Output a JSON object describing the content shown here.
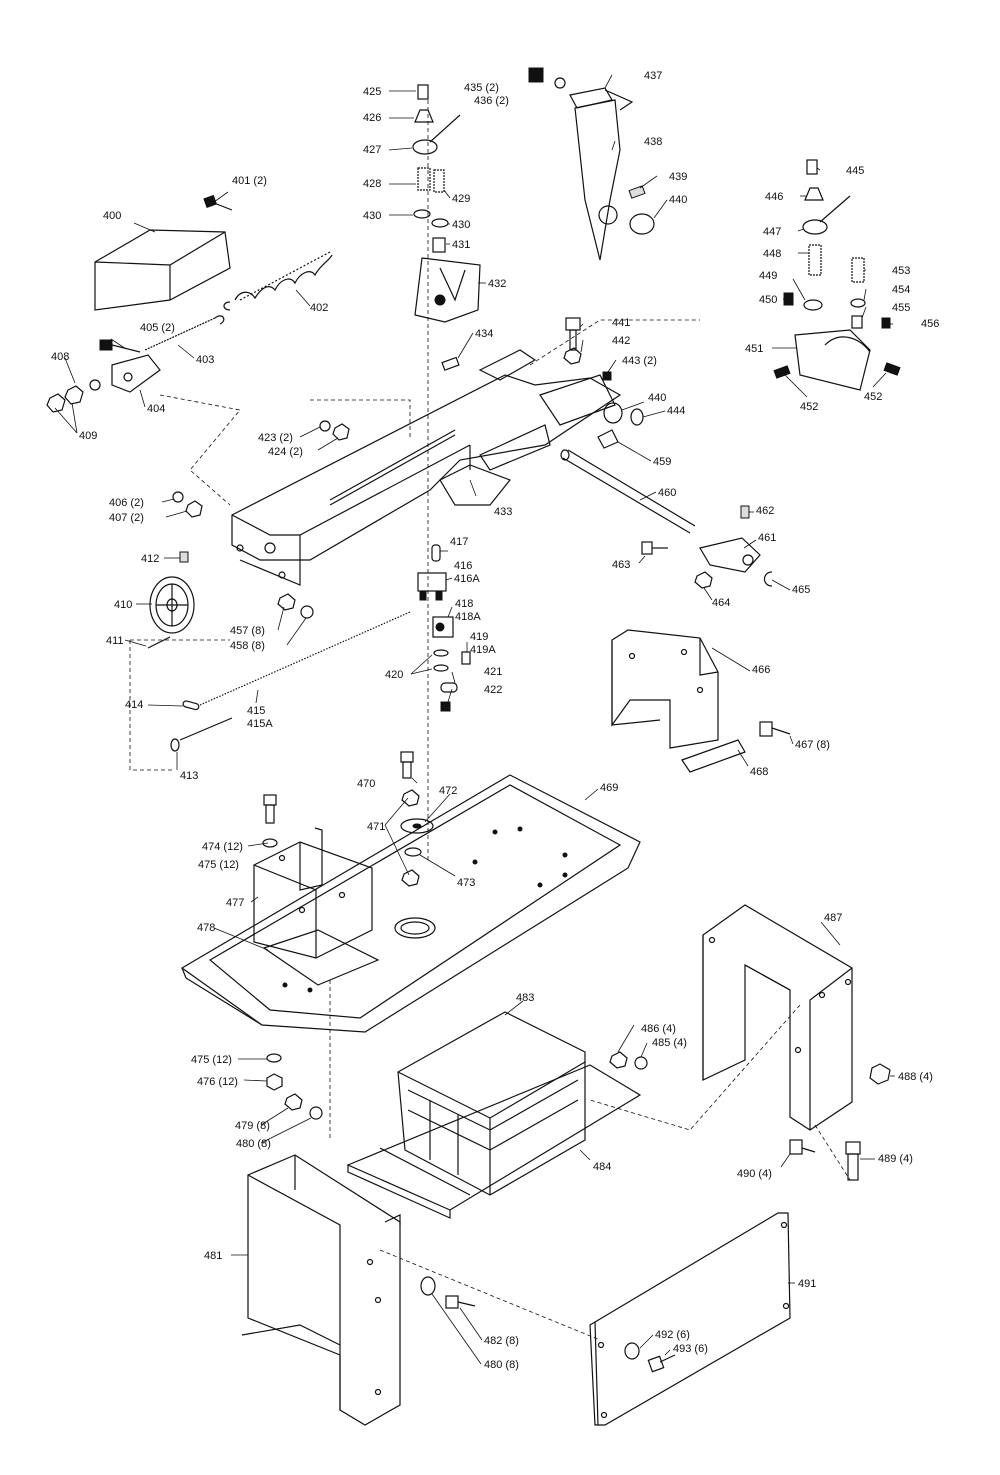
{
  "callouts": [
    {
      "id": "400",
      "label": "400"
    },
    {
      "id": "401",
      "label": "401 (2)"
    },
    {
      "id": "402",
      "label": "402"
    },
    {
      "id": "403",
      "label": "403"
    },
    {
      "id": "404",
      "label": "404"
    },
    {
      "id": "405",
      "label": "405 (2)"
    },
    {
      "id": "406",
      "label": "406 (2)"
    },
    {
      "id": "407",
      "label": "407 (2)"
    },
    {
      "id": "408",
      "label": "408"
    },
    {
      "id": "409",
      "label": "409"
    },
    {
      "id": "410",
      "label": "410"
    },
    {
      "id": "411",
      "label": "411"
    },
    {
      "id": "412",
      "label": "412"
    },
    {
      "id": "413",
      "label": "413"
    },
    {
      "id": "414",
      "label": "414"
    },
    {
      "id": "415",
      "label": "415"
    },
    {
      "id": "415A",
      "label": "415A"
    },
    {
      "id": "416",
      "label": "416"
    },
    {
      "id": "416A",
      "label": "416A"
    },
    {
      "id": "417",
      "label": "417"
    },
    {
      "id": "418",
      "label": "418"
    },
    {
      "id": "418A",
      "label": "418A"
    },
    {
      "id": "419",
      "label": "419"
    },
    {
      "id": "419A",
      "label": "419A"
    },
    {
      "id": "420",
      "label": "420"
    },
    {
      "id": "421",
      "label": "421"
    },
    {
      "id": "422",
      "label": "422"
    },
    {
      "id": "423",
      "label": "423 (2)"
    },
    {
      "id": "424",
      "label": "424 (2)"
    },
    {
      "id": "425",
      "label": "425"
    },
    {
      "id": "426",
      "label": "426"
    },
    {
      "id": "427",
      "label": "427"
    },
    {
      "id": "428",
      "label": "428"
    },
    {
      "id": "429",
      "label": "429"
    },
    {
      "id": "430a",
      "label": "430"
    },
    {
      "id": "430b",
      "label": "430"
    },
    {
      "id": "431",
      "label": "431"
    },
    {
      "id": "432",
      "label": "432"
    },
    {
      "id": "433",
      "label": "433"
    },
    {
      "id": "434",
      "label": "434"
    },
    {
      "id": "435",
      "label": "435 (2)"
    },
    {
      "id": "436",
      "label": "436 (2)"
    },
    {
      "id": "437",
      "label": "437"
    },
    {
      "id": "438",
      "label": "438"
    },
    {
      "id": "439",
      "label": "439"
    },
    {
      "id": "440a",
      "label": "440"
    },
    {
      "id": "440b",
      "label": "440"
    },
    {
      "id": "441",
      "label": "441"
    },
    {
      "id": "442",
      "label": "442"
    },
    {
      "id": "443",
      "label": "443 (2)"
    },
    {
      "id": "444",
      "label": "444"
    },
    {
      "id": "445",
      "label": "445"
    },
    {
      "id": "446",
      "label": "446"
    },
    {
      "id": "447",
      "label": "447"
    },
    {
      "id": "448",
      "label": "448"
    },
    {
      "id": "449",
      "label": "449"
    },
    {
      "id": "450",
      "label": "450"
    },
    {
      "id": "451",
      "label": "451"
    },
    {
      "id": "452a",
      "label": "452"
    },
    {
      "id": "452b",
      "label": "452"
    },
    {
      "id": "453",
      "label": "453"
    },
    {
      "id": "454",
      "label": "454"
    },
    {
      "id": "455",
      "label": "455"
    },
    {
      "id": "456",
      "label": "456"
    },
    {
      "id": "457",
      "label": "457 (8)"
    },
    {
      "id": "458",
      "label": "458 (8)"
    },
    {
      "id": "459",
      "label": "459"
    },
    {
      "id": "460",
      "label": "460"
    },
    {
      "id": "461",
      "label": "461"
    },
    {
      "id": "462",
      "label": "462"
    },
    {
      "id": "463",
      "label": "463"
    },
    {
      "id": "464",
      "label": "464"
    },
    {
      "id": "465",
      "label": "465"
    },
    {
      "id": "466",
      "label": "466"
    },
    {
      "id": "467",
      "label": "467 (8)"
    },
    {
      "id": "468",
      "label": "468"
    },
    {
      "id": "469",
      "label": "469"
    },
    {
      "id": "470",
      "label": "470"
    },
    {
      "id": "471",
      "label": "471"
    },
    {
      "id": "472",
      "label": "472"
    },
    {
      "id": "473",
      "label": "473"
    },
    {
      "id": "474",
      "label": "474 (12)"
    },
    {
      "id": "475a",
      "label": "475 (12)"
    },
    {
      "id": "475b",
      "label": "475 (12)"
    },
    {
      "id": "476",
      "label": "476 (12)"
    },
    {
      "id": "477",
      "label": "477"
    },
    {
      "id": "478",
      "label": "478"
    },
    {
      "id": "479",
      "label": "479 (8)"
    },
    {
      "id": "480a",
      "label": "480 (8)"
    },
    {
      "id": "480b",
      "label": "480 (8)"
    },
    {
      "id": "481",
      "label": "481"
    },
    {
      "id": "482",
      "label": "482 (8)"
    },
    {
      "id": "483",
      "label": "483"
    },
    {
      "id": "484",
      "label": "484"
    },
    {
      "id": "485",
      "label": "485 (4)"
    },
    {
      "id": "486",
      "label": "486 (4)"
    },
    {
      "id": "487",
      "label": "487"
    },
    {
      "id": "488",
      "label": "488 (4)"
    },
    {
      "id": "489",
      "label": "489 (4)"
    },
    {
      "id": "490",
      "label": "490 (4)"
    },
    {
      "id": "491",
      "label": "491"
    },
    {
      "id": "492",
      "label": "492 (6)"
    },
    {
      "id": "493",
      "label": "493 (6)"
    }
  ]
}
